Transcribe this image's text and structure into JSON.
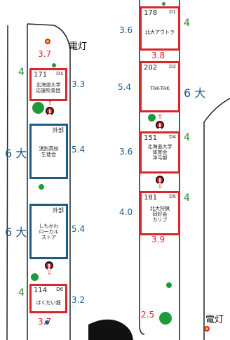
{
  "booths": [
    {
      "key": "d3",
      "number": "171",
      "code": "D3",
      "name": "北海道大学\n応援吹奏団"
    },
    {
      "key": "d6",
      "number": "114",
      "code": "D6",
      "name": "ほくだい畑"
    },
    {
      "key": "d1",
      "number": "178",
      "code": "D1",
      "name": "北大アウトラ"
    },
    {
      "key": "d2",
      "number": "202",
      "code": "D2",
      "name": "TAK-TAK"
    },
    {
      "key": "d4",
      "number": "151",
      "code": "D4",
      "name": "北海道大学\n体育会\n洋弓部"
    },
    {
      "key": "d5",
      "number": "181",
      "code": "D5",
      "name": "北大狩猟\n同好会\nカリブ"
    }
  ],
  "outside_booths": [
    {
      "label": "外部",
      "name": "湧別高校\n生徒会"
    },
    {
      "label": "外部",
      "name": "しもかわ\nローカル\nストア"
    }
  ],
  "dimensions": {
    "left_top_red": "3.7",
    "left_top_green": "4",
    "d3_side": "3.3",
    "out1_side": "5.4",
    "out1_big_num": "6",
    "out1_big": "大",
    "out2_side": "5.4",
    "out2_big_num": "6",
    "out2_big": "大",
    "left_bottom_green": "4",
    "d6_side": "3.2",
    "d6_bottom_red": "3.7",
    "d1_left": "3.6",
    "d1_green": "4",
    "d1_bottom_red": "3.8",
    "d2_left": "5.4",
    "d2_big_num": "6",
    "d2_big": "大",
    "d4_left": "3.6",
    "d4_green": "4",
    "d5_left": "4.0",
    "d5_green": "4",
    "d5_bottom_red": "3.9",
    "mid_bottom_red": "2.5"
  },
  "lamps": {
    "top": "電灯",
    "bottom_right": "電灯"
  },
  "colors": {
    "red": "#d9252b",
    "blue": "#1d5a85",
    "green": "#1f9a3b"
  }
}
